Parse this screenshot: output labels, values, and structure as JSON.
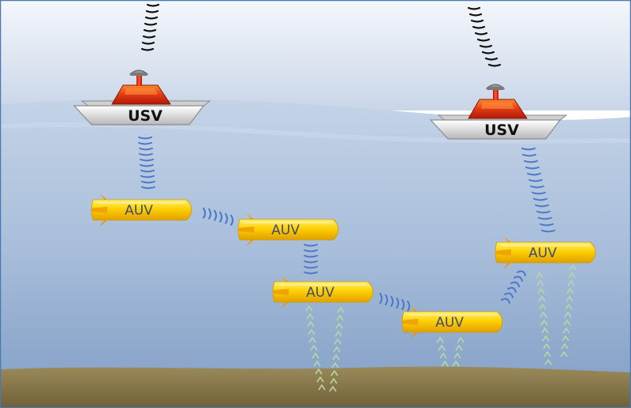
{
  "colors": {
    "sky_top": "#f4f7fb",
    "sky_bottom": "#c9d6e8",
    "water_top": "#c2d2e6",
    "water_bottom": "#7f9dc4",
    "seabed": "#8b7a4d",
    "acoustic_link": "#4a78c8",
    "radio_link": "#111111",
    "sonar_ping": "#b9d6a4",
    "auv_body": "#ffc400",
    "usv_cabin": "#d42a10",
    "usv_hull": "#e6e6e6"
  },
  "vehicles": {
    "usv_left": {
      "label": "USV"
    },
    "usv_right": {
      "label": "USV"
    },
    "auv_1": {
      "label": "AUV"
    },
    "auv_2": {
      "label": "AUV"
    },
    "auv_3": {
      "label": "AUV"
    },
    "auv_4": {
      "label": "AUV"
    },
    "auv_5": {
      "label": "AUV"
    }
  }
}
